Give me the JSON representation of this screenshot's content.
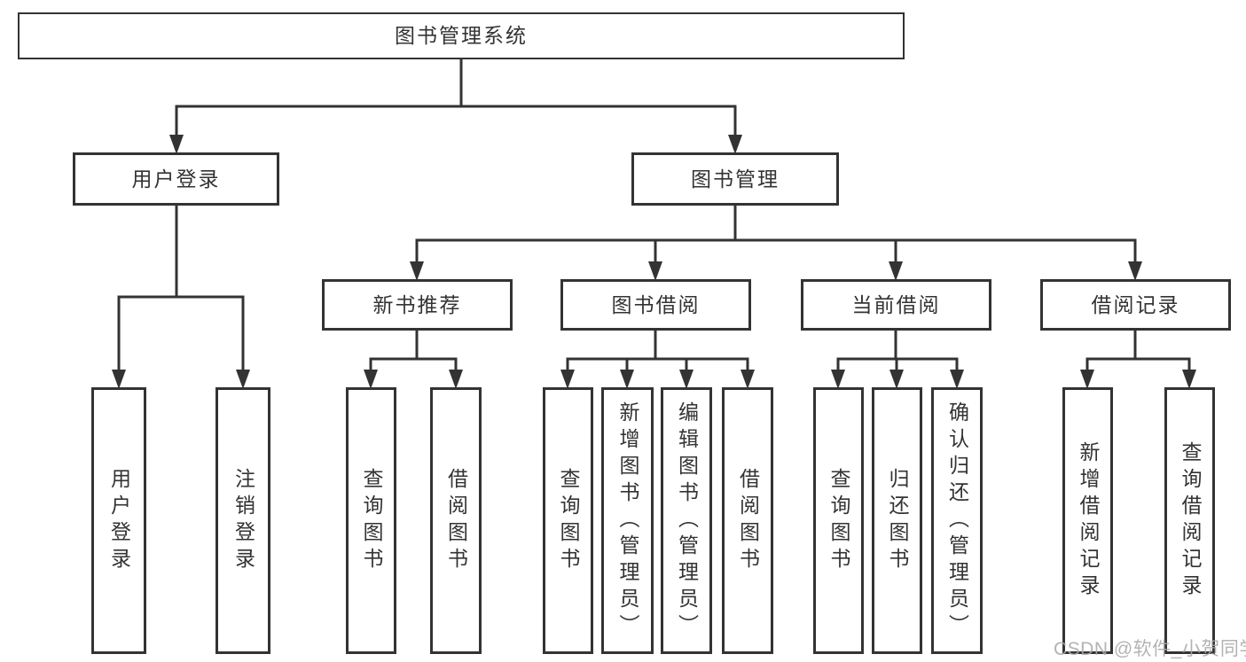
{
  "diagram": {
    "root": {
      "label": "图书管理系统"
    },
    "level2": [
      {
        "label": "用户登录"
      },
      {
        "label": "图书管理"
      }
    ],
    "level3": [
      {
        "label": "新书推荐"
      },
      {
        "label": "图书借阅"
      },
      {
        "label": "当前借阅"
      },
      {
        "label": "借阅记录"
      }
    ],
    "leaves": [
      {
        "label": "用户登录"
      },
      {
        "label": "注销登录"
      },
      {
        "label": "查询图书"
      },
      {
        "label": "借阅图书"
      },
      {
        "label": "查询图书"
      },
      {
        "label": "新增图书（管理员）"
      },
      {
        "label": "编辑图书（管理员）"
      },
      {
        "label": "借阅图书"
      },
      {
        "label": "查询图书"
      },
      {
        "label": "归还图书"
      },
      {
        "label": "确认归还（管理员）"
      },
      {
        "label": "新增借阅记录"
      },
      {
        "label": "查询借阅记录"
      }
    ]
  },
  "watermark": "CSDN @软件_小贺同学",
  "colors": {
    "line": "#333333",
    "text": "#333333",
    "watermark": "#a8a8a8",
    "background": "#ffffff"
  }
}
